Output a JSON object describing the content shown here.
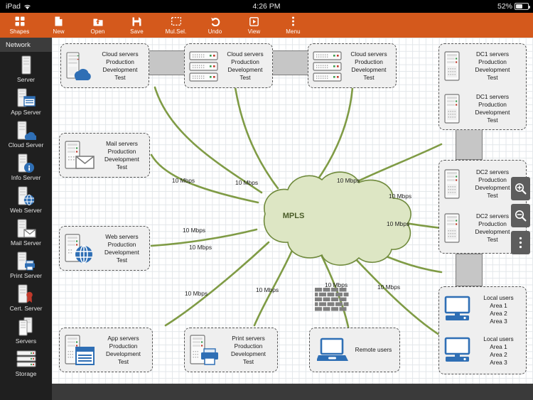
{
  "status_bar": {
    "device": "iPad",
    "wifi_icon": "wifi-icon",
    "time": "4:26 PM",
    "battery_percent": "52%"
  },
  "toolbar": {
    "items": [
      {
        "label": "Shapes",
        "icon": "shapes-grid-icon"
      },
      {
        "label": "New",
        "icon": "new-document-icon"
      },
      {
        "label": "Open",
        "icon": "open-folder-icon"
      },
      {
        "label": "Save",
        "icon": "save-floppy-icon"
      },
      {
        "label": "Mul.Sel.",
        "icon": "multi-select-icon"
      },
      {
        "label": "Undo",
        "icon": "undo-arrow-icon"
      },
      {
        "label": "View",
        "icon": "view-play-icon"
      },
      {
        "label": "Menu",
        "icon": "menu-dots-icon"
      }
    ]
  },
  "sidebar": {
    "header": "Network",
    "items": [
      {
        "label": "Server",
        "icon": "server-icon"
      },
      {
        "label": "App Server",
        "icon": "app-server-icon"
      },
      {
        "label": "Cloud Server",
        "icon": "cloud-server-icon"
      },
      {
        "label": "Info Server",
        "icon": "info-server-icon"
      },
      {
        "label": "Web Server",
        "icon": "web-server-icon"
      },
      {
        "label": "Mail Server",
        "icon": "mail-server-icon"
      },
      {
        "label": "Print Server",
        "icon": "print-server-icon"
      },
      {
        "label": "Cert. Server",
        "icon": "cert-server-icon"
      },
      {
        "label": "Servers",
        "icon": "servers-group-icon"
      },
      {
        "label": "Storage",
        "icon": "storage-icon"
      }
    ]
  },
  "canvas_tools": [
    {
      "name": "zoom-in-button",
      "icon": "magnifier-plus-icon"
    },
    {
      "name": "zoom-out-button",
      "icon": "magnifier-minus-icon"
    },
    {
      "name": "more-options-button",
      "icon": "vertical-dots-icon"
    }
  ],
  "diagram": {
    "colors": {
      "edge_green": "#7f9b45",
      "cloud_fill": "#dde6c4",
      "cloud_stroke": "#6f8a3c",
      "node_fill": "#efefef",
      "node_stroke": "#555555",
      "accent_blue": "#2f6fb5",
      "toolbar_orange": "#d4591c"
    },
    "hub": {
      "label": "MPLS",
      "shape": "cloud"
    },
    "nodes": [
      {
        "id": "cloud1",
        "icon": "cloud-server-icon",
        "lines": [
          "Cloud servers",
          "Production",
          "Development",
          "Test"
        ]
      },
      {
        "id": "cloud2",
        "icon": "rack-servers-icon",
        "lines": [
          "Cloud servers",
          "Production",
          "Development",
          "Test"
        ]
      },
      {
        "id": "cloud3",
        "icon": "rack-servers-icon",
        "lines": [
          "Cloud servers",
          "Production",
          "Development",
          "Test"
        ]
      },
      {
        "id": "dc1a",
        "icon": "server-icon",
        "lines": [
          "DC1 servers",
          "Production",
          "Development",
          "Test"
        ]
      },
      {
        "id": "dc1b",
        "icon": "server-icon",
        "lines": [
          "DC1 servers",
          "Production",
          "Development",
          "Test"
        ]
      },
      {
        "id": "dc2a",
        "icon": "server-icon",
        "lines": [
          "DC2 servers",
          "Production",
          "Development",
          "Test"
        ]
      },
      {
        "id": "dc2b",
        "icon": "server-icon",
        "lines": [
          "DC2 servers",
          "Production",
          "Development",
          "Test"
        ]
      },
      {
        "id": "mail",
        "icon": "mail-server-icon",
        "lines": [
          "Mail servers",
          "Production",
          "Development",
          "Test"
        ]
      },
      {
        "id": "web",
        "icon": "web-server-icon",
        "lines": [
          "Web servers",
          "Production",
          "Development",
          "Test"
        ]
      },
      {
        "id": "app",
        "icon": "app-server-icon",
        "lines": [
          "App servers",
          "Production",
          "Development",
          "Test"
        ]
      },
      {
        "id": "print",
        "icon": "print-server-icon",
        "lines": [
          "Print servers",
          "Production",
          "Development",
          "Test"
        ]
      },
      {
        "id": "remote",
        "icon": "laptop-icon",
        "lines": [
          "Remote users"
        ]
      },
      {
        "id": "localA",
        "icon": "desktop-icon",
        "lines": [
          "Local users",
          "Area 1",
          "Area 2",
          "Area 3"
        ]
      },
      {
        "id": "localB",
        "icon": "desktop-icon",
        "lines": [
          "Local users",
          "Area 1",
          "Area 2",
          "Area 3"
        ]
      }
    ],
    "firewall": {
      "icon": "firewall-brick-icon"
    },
    "edge_labels": [
      "10 Mbps",
      "10 Mbps",
      "10 Mbps",
      "10 Mbps",
      "10 Mbps",
      "10 Mbps",
      "10 Mbps",
      "10 Mbps",
      "10 Mbps",
      "10 Mbps",
      "10 Mbps"
    ]
  }
}
